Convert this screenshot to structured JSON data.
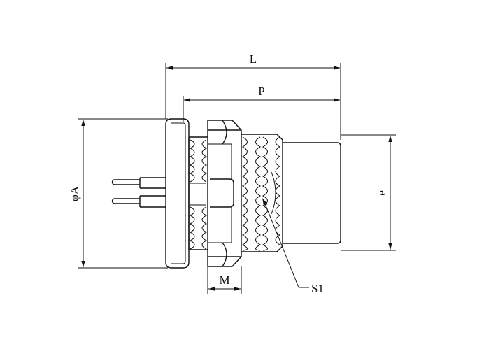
{
  "diagram": {
    "dimensions": {
      "overall_length": "L",
      "panel_length": "P",
      "outer_diameter": "φA",
      "body_width": "e",
      "nut_width": "M",
      "thread": "S1"
    },
    "colors": {
      "line": "#111111",
      "background": "#ffffff"
    }
  }
}
